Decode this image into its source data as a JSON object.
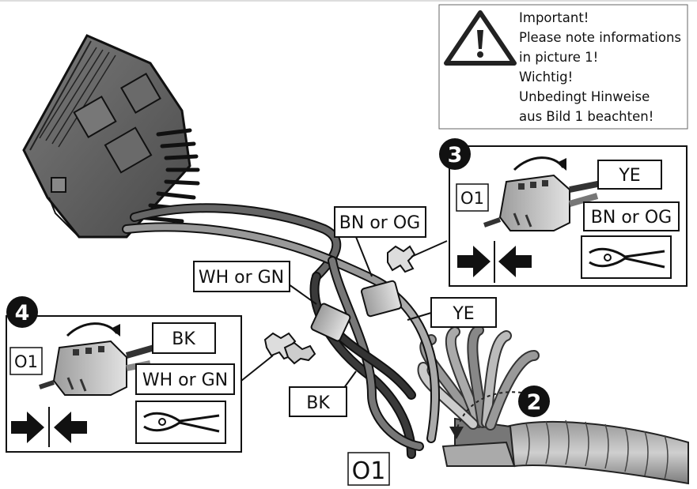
{
  "warning": {
    "lines": [
      "Important!",
      "Please note informations",
      "in picture 1!",
      "Wichtig!",
      "Unbedingt Hinweise",
      "aus Bild 1 beachten!"
    ],
    "icon": "warning-triangle-icon"
  },
  "steps": {
    "step2": "2",
    "step3": "3",
    "step4": "4"
  },
  "step3_panel": {
    "label_ye": "YE",
    "label_bn_og": "BN or OG",
    "label_o1": "O1"
  },
  "step4_panel": {
    "label_bk": "BK",
    "label_wh_gn": "WH or GN",
    "label_o1": "O1"
  },
  "wire_labels": {
    "bn_og": "BN or OG",
    "wh_gn": "WH or GN",
    "ye": "YE",
    "bk": "BK",
    "o1": "O1"
  },
  "colors": {
    "dark_gray": "#3a3a3a",
    "mid_gray": "#8a8a8a",
    "light_gray": "#c9c9c9",
    "black": "#111111"
  }
}
